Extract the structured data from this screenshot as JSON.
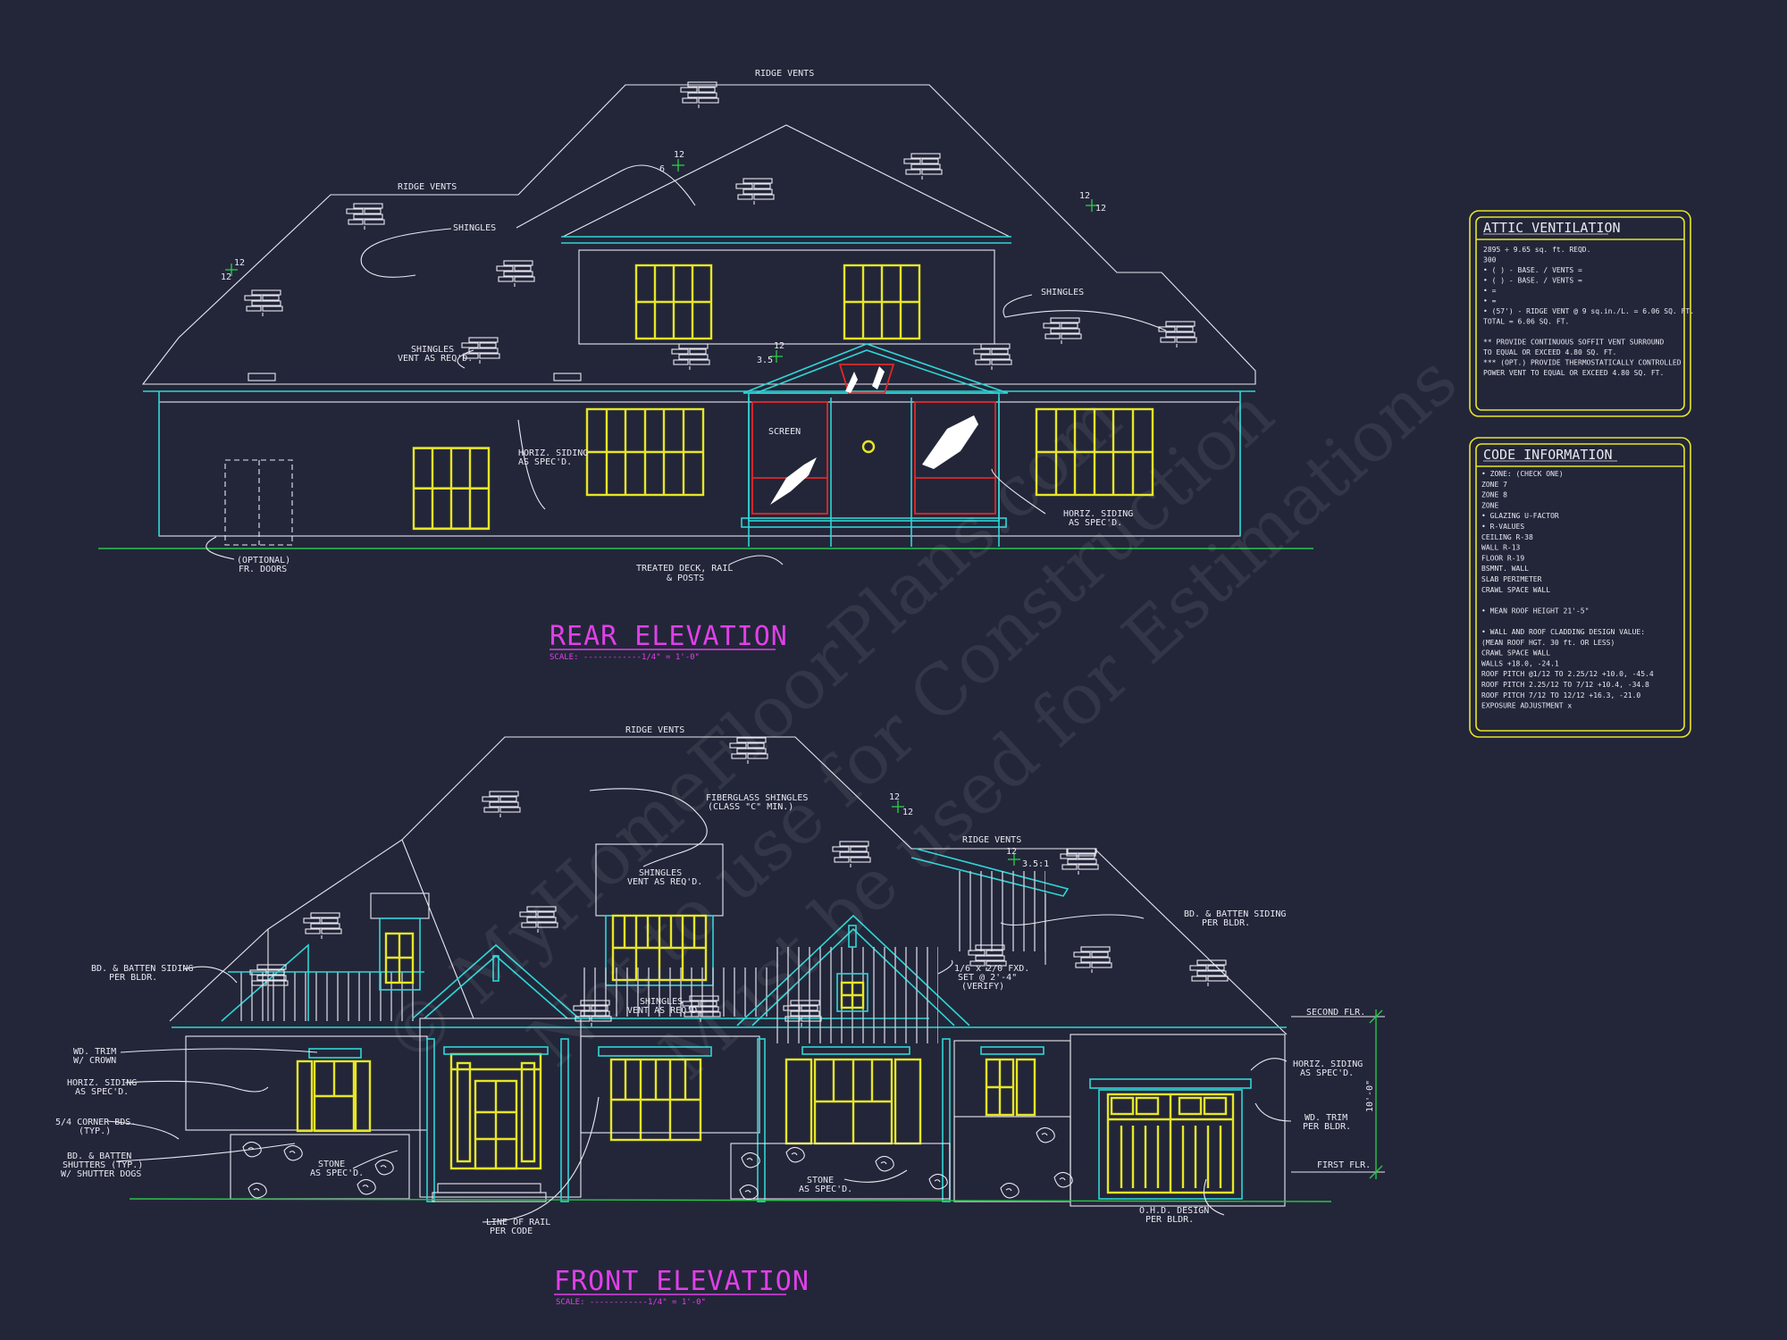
{
  "rear": {
    "title": "REAR ELEVATION",
    "scale": "SCALE: ------------1/4\" = 1'-0\"",
    "labels": {
      "ridge_top": "RIDGE VENTS",
      "ridge_left": "RIDGE VENTS",
      "shingles_left": "SHINGLES",
      "shingles_right": "SHINGLES",
      "shingles_vent_1": "SHINGLES",
      "shingles_vent_2": "VENT AS REQ'D.",
      "screen": "SCREEN",
      "siding_mid_1": "HORIZ. SIDING",
      "siding_mid_2": "AS SPEC'D.",
      "siding_right_1": "HORIZ. SIDING",
      "siding_right_2": "AS SPEC'D.",
      "optional_1": "(OPTIONAL)",
      "optional_2": "FR. DOORS",
      "deck_1": "TREATED DECK, RAIL",
      "deck_2": "& POSTS",
      "pitch_12a": "12",
      "pitch_6": "6",
      "pitch_12b": "12",
      "pitch_12c": "12",
      "pitch_12d": "12",
      "pitch_12e": "12",
      "pitch_12f": "12",
      "pitch_35": "3.5"
    }
  },
  "front": {
    "title": "FRONT ELEVATION",
    "scale": "SCALE: ------------1/4\" = 1'-0\"",
    "labels": {
      "ridge_top": "RIDGE VENTS",
      "ridge_right": "RIDGE VENTS",
      "fiberglass_1": "FIBERGLASS SHINGLES",
      "fiberglass_2": "(CLASS \"C\" MIN.)",
      "shingles_vent_a1": "SHINGLES",
      "shingles_vent_a2": "VENT AS REQ'D.",
      "shingles_vent_b1": "SHINGLES",
      "shingles_vent_b2": "VENT AS REQ'D.",
      "batten_left_1": "BD. & BATTEN SIDING",
      "batten_left_2": "PER BLDR.",
      "batten_right_1": "BD. & BATTEN SIDING",
      "batten_right_2": "PER BLDR.",
      "wdtrim_1": "WD. TRIM",
      "wdtrim_2": "W/ CROWN",
      "horiz_left_1": "HORIZ. SIDING",
      "horiz_left_2": "AS SPEC'D.",
      "corner_1": "5/4 CORNER BDS.",
      "corner_2": "(TYP.)",
      "shutters_1": "BD. & BATTEN",
      "shutters_2": "SHUTTERS (TYP.)",
      "shutters_3": "W/ SHUTTER DOGS",
      "stone_left_1": "STONE",
      "stone_left_2": "AS SPEC'D.",
      "stone_mid_1": "STONE",
      "stone_mid_2": "AS SPEC'D.",
      "rail_1": "LINE OF RAIL",
      "rail_2": "PER CODE",
      "fxd_1": "1/6 x 2/0 FXD.",
      "fxd_2": "SET @ 2'-4\"",
      "fxd_3": "(VERIFY)",
      "horiz_right_1": "HORIZ. SIDING",
      "horiz_right_2": "AS SPEC'D.",
      "wdtrim_r_1": "WD. TRIM",
      "wdtrim_r_2": "PER BLDR.",
      "ohd_1": "O.H.D. DESIGN",
      "ohd_2": "PER BLDR.",
      "second_flr": "SECOND FLR.",
      "first_flr": "FIRST FLR.",
      "height": "10'-0\"",
      "pitch_12a": "12",
      "pitch_12b": "12",
      "pitch_12c": "12",
      "pitch_35": "3.5:1"
    }
  },
  "attic": {
    "title": "ATTIC VENTILATION",
    "lines": [
      "2895 ÷ 9.65 sq. ft. REQD.",
      "300",
      "• (    ) -        BASE.    /    VENTS   =",
      "• (    ) -        BASE.    /    VENTS   =",
      "•                                        =",
      "•                                        =",
      "• (57') - RIDGE VENT @ 9 sq.in./L.  = 6.06 SQ. FT.",
      "                          TOTAL      = 6.06 SQ. FT.",
      "",
      "** PROVIDE CONTINUOUS SOFFIT VENT SURROUND",
      "   TO EQUAL OR EXCEED  4.80 SQ. FT.",
      "*** (OPT.) PROVIDE THERMOSTATICALLY CONTROLLED",
      "   POWER VENT TO EQUAL OR EXCEED 4.80 SQ. FT."
    ]
  },
  "code": {
    "title": "CODE INFORMATION",
    "lines": [
      "• ZONE: (CHECK ONE)",
      "      ZONE 7",
      "      ZONE 8",
      "      ZONE",
      "• GLAZING U-FACTOR",
      "• R-VALUES",
      "      CEILING              R-38",
      "      WALL                 R-13",
      "      FLOOR                R-19",
      "      BSMNT. WALL",
      "      SLAB PERIMETER",
      "      CRAWL SPACE WALL",
      "",
      "• MEAN ROOF HEIGHT  21'-5\"",
      "",
      "• WALL AND ROOF CLADDING DESIGN VALUE:",
      "  (MEAN ROOF HGT. 30 ft. OR LESS)",
      "      CRAWL SPACE WALL",
      "      WALLS                 +18.0, -24.1",
      "      ROOF PITCH @1/12 TO 2.25/12   +10.0, -45.4",
      "      ROOF PITCH 2.25/12 TO 7/12    +10.4, -34.8",
      "      ROOF PITCH 7/12 TO 12/12      +16.3, -21.0",
      "      EXPOSURE ADJUSTMENT     x"
    ]
  },
  "watermark": {
    "line1": "© MyHomeFloorPlans.com",
    "line2": "Not to use for Construction",
    "line3": "Must be used for Estimations"
  }
}
